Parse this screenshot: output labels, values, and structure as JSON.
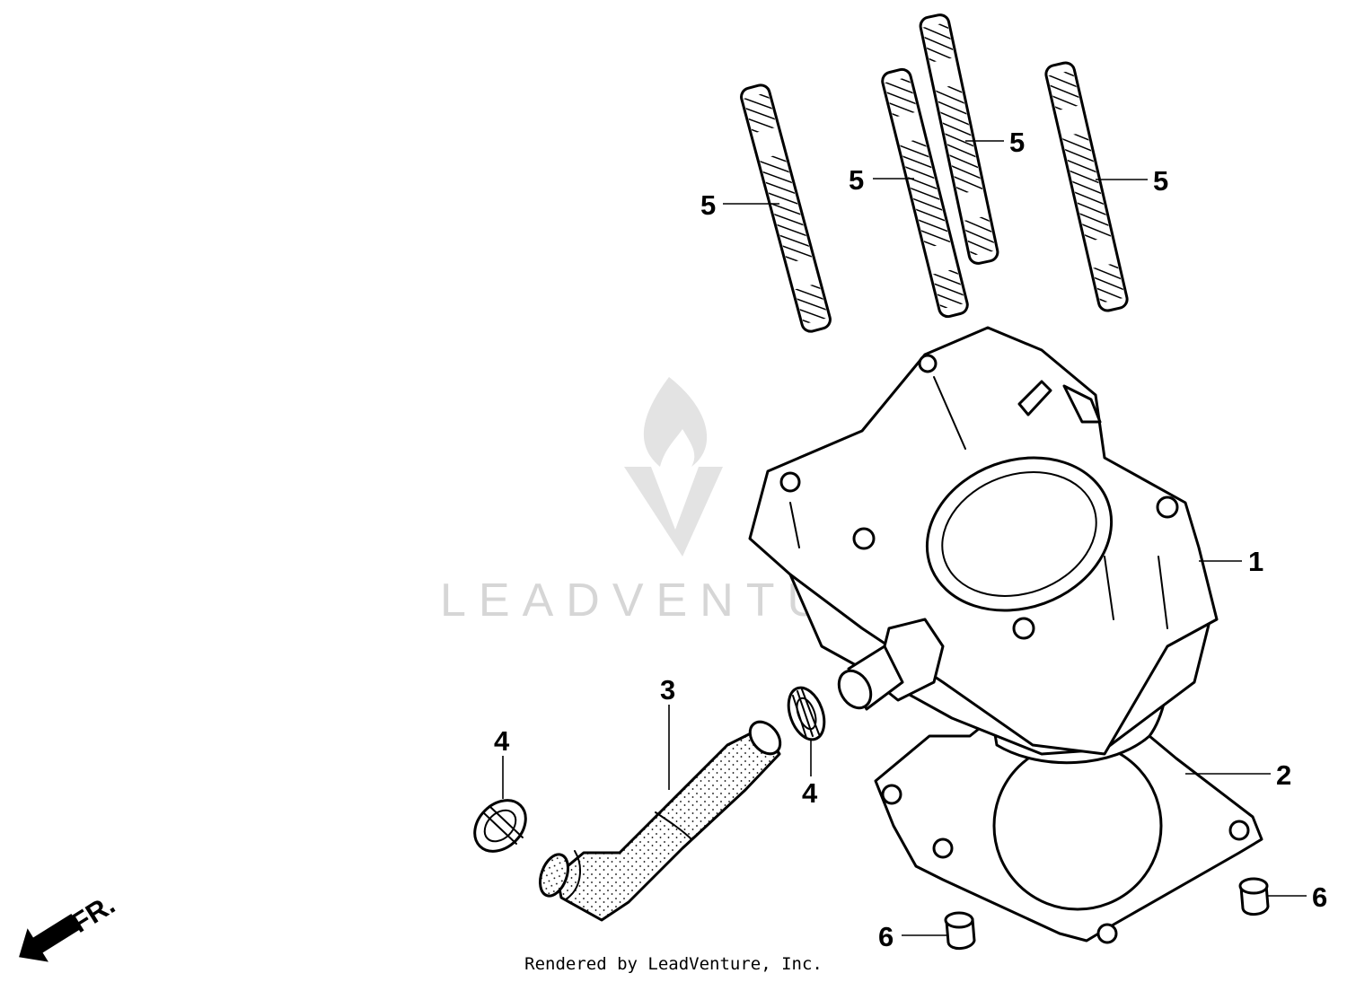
{
  "diagram": {
    "callouts": {
      "c1": "1",
      "c2": "2",
      "c3": "3",
      "c4a": "4",
      "c4b": "4",
      "c5a": "5",
      "c5b": "5",
      "c5c": "5",
      "c5d": "5",
      "c6a": "6",
      "c6b": "6"
    },
    "front_marker": "FR.",
    "watermark": "LEADVENTURE",
    "credit": "Rendered by LeadVenture, Inc."
  }
}
